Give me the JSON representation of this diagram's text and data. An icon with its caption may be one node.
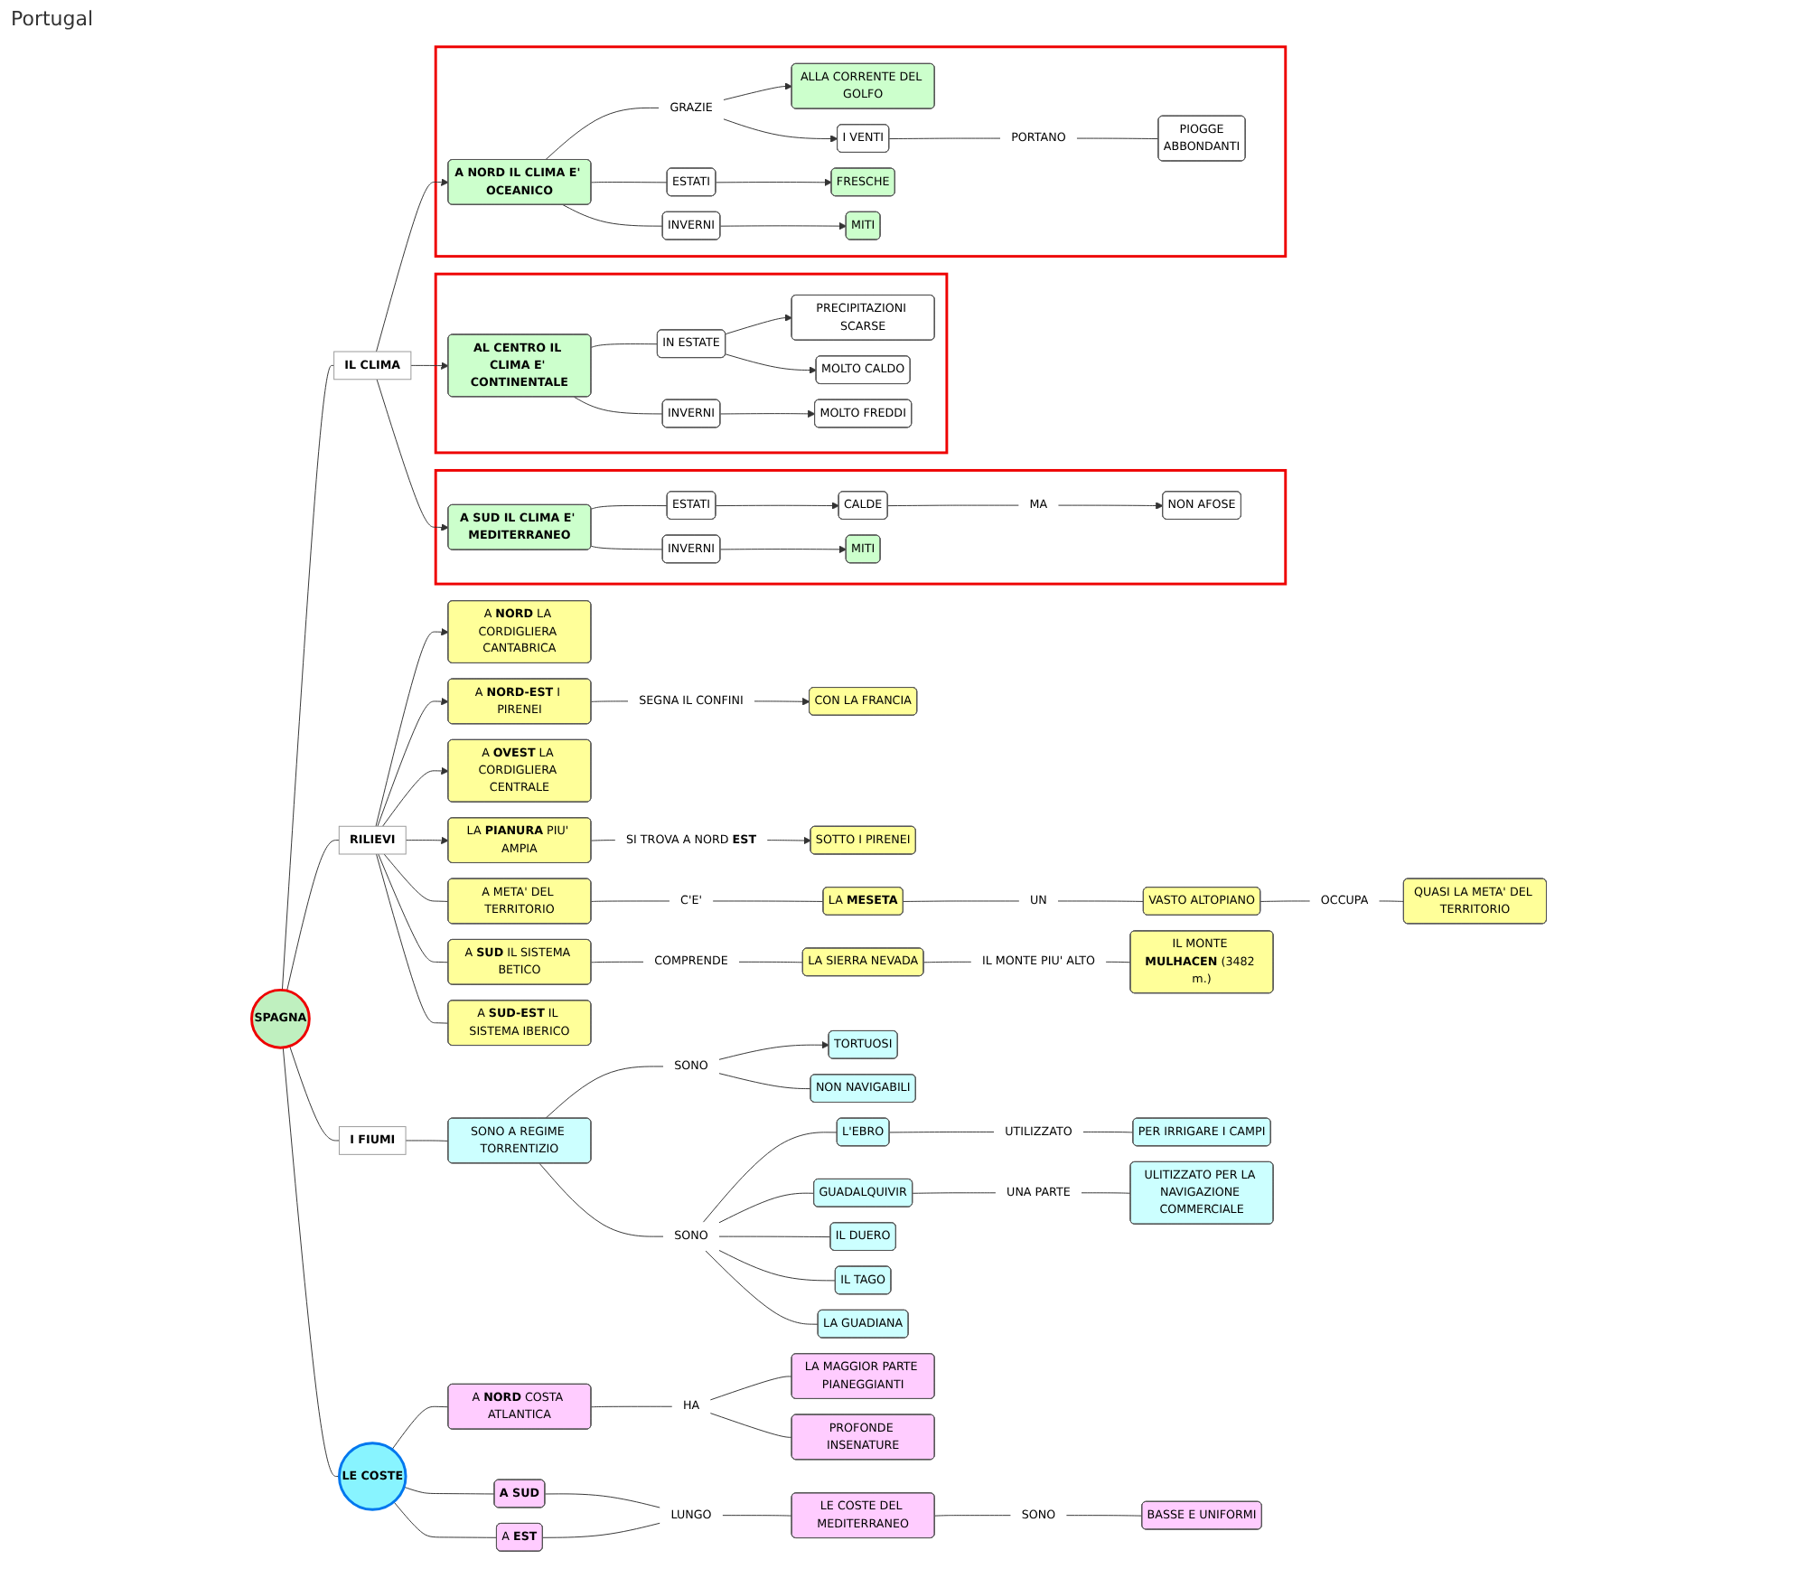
{
  "diagram": {
    "nodes": [
      {
        "text": [],
        "shape": "box"
      },
      {
        "text": [
          "PIOGGE",
          "ABBONDANTI"
        ],
        "in": 0
      },
      {
        "text": [
          "PORTANO"
        ],
        "in": 0
      },
      {
        "text": [
          "ALLA CORRENTE DEL GOLFO"
        ],
        "in": 0
      },
      {
        "text": [
          "I VENTI"
        ],
        "in": 0
      },
      {
        "text": [
          "FRESCHE"
        ],
        "in": 0
      },
      {
        "text": [
          "MITI"
        ],
        "in": 0
      },
      {
        "text": [
          "ESTATI"
        ],
        "in": 0
      },
      {
        "text": [
          "INVERNI"
        ],
        "in": 0
      },
      {
        "text": [
          "GRAZIE"
        ],
        "in": 0
      },
      {
        "text": [
          "A NORD IL CLIMA E' OCEANICO"
        ],
        "in": 0
      },
      {
        "text": [],
        "shape": "box"
      },
      {
        "text": [
          "PRECIPITAZIONI SCARSE"
        ],
        "in": 11
      },
      {
        "text": [
          "MOLTO CALDO"
        ],
        "in": 11
      },
      {
        "text": [
          "MOLTO FREDDI"
        ],
        "in": 11
      },
      {
        "text": [
          "IN ESTATE"
        ],
        "in": 11
      },
      {
        "text": [
          "INVERNI"
        ],
        "in": 11
      },
      {
        "text": [
          "AL CENTRO IL CLIMA E' CONTINENTALE"
        ],
        "in": 11
      },
      {
        "text": [],
        "shape": "box"
      },
      {
        "text": [
          "NON AFOSE"
        ],
        "in": 18
      },
      {
        "text": [
          "MA"
        ],
        "in": 18
      },
      {
        "text": [
          "CALDE"
        ],
        "in": 18
      },
      {
        "text": [
          "MITI"
        ],
        "in": 18
      },
      {
        "text": [
          "ESTATI"
        ],
        "in": 18
      },
      {
        "text": [
          "INVERNI"
        ],
        "in": 18
      },
      {
        "text": [
          "A SUD IL CLIMA E' MEDITERRANEO"
        ],
        "in": 18
      },
      {
        "text": [
          "IL CLIMA"
        ]
      },
      {
        "text": [
          "SPAGNA"
        ]
      },
      {
        "text": [
          "CON LA FRANCIA"
        ]
      },
      {
        "text": [
          "SOTTO I PIRENEI"
        ]
      },
      {
        "text": [
          "SEGNA IL CONFINI"
        ]
      },
      {
        "text": [
          "A **NORD** LA CORDIGLIERA CANTABRICA"
        ]
      },
      {
        "text": [
          "A **NORD-EST** I PIRENEI"
        ]
      },
      {
        "text": [
          "SI TROVA A NORD **EST**"
        ]
      },
      {
        "text": [
          "A **OVEST** LA CORDIGLIERA CENTRALE"
        ]
      },
      {
        "text": [
          "RILIEVI"
        ]
      },
      {
        "text": [
          "LA **PIANURA** PIU' AMPIA"
        ]
      },
      {
        "text": [
          "A META' DEL TERRITORIO"
        ]
      },
      {
        "text": [
          "A **SUD** IL SISTEMA BETICO"
        ]
      },
      {
        "text": [
          "A **SUD-EST** IL SISTEMA IBERICO"
        ]
      },
      {
        "text": [
          "C'E'"
        ]
      },
      {
        "text": [
          "COMPRENDE"
        ]
      },
      {
        "text": [
          "LA **MESETA**"
        ]
      },
      {
        "text": [
          "LA SIERRA NEVADA"
        ]
      },
      {
        "text": [
          "UN"
        ]
      },
      {
        "text": [
          "IL MONTE PIU' ALTO"
        ]
      },
      {
        "text": [
          "VASTO ALTOPIANO"
        ]
      },
      {
        "text": [
          "IL MONTE **MULHACEN** (3482 m.)"
        ]
      },
      {
        "text": [
          "OCCUPA"
        ]
      },
      {
        "text": [
          "QUASI LA META' DEL TERRITORIO"
        ]
      },
      {
        "text": [
          "I FIUMI"
        ]
      },
      {
        "text": [
          "TORTUOSI"
        ]
      },
      {
        "text": [
          "SONO"
        ]
      },
      {
        "text": [
          "SONO A REGIME TORRENTIZIO"
        ]
      },
      {
        "text": [
          "NON NAVIGABILI"
        ]
      },
      {
        "text": [
          "SONO"
        ]
      },
      {
        "text": [
          "L'EBRO"
        ]
      },
      {
        "text": [
          "GUADALQUIVIR"
        ]
      },
      {
        "text": [
          "IL DUERO"
        ]
      },
      {
        "text": [
          "IL TAGO"
        ]
      },
      {
        "text": [
          "LA GUADIANA"
        ]
      },
      {
        "text": [
          "UTILIZZATO"
        ]
      },
      {
        "text": [
          "UNA PARTE"
        ]
      },
      {
        "text": [
          "PER IRRIGARE I CAMPI"
        ]
      },
      {
        "text": [
          "ULITIZZATO PER LA NAVIGAZIONE COMMERCIALE"
        ]
      },
      {
        "text": [
          "LE COSTE"
        ]
      },
      {
        "text": [
          "A **NORD** COSTA ATLANTICA"
        ]
      },
      {
        "text": [
          "A SUD"
        ]
      },
      {
        "text": [
          "A **EST**"
        ]
      },
      {
        "text": [
          "HA"
        ]
      },
      {
        "text": [
          "LUNGO"
        ]
      },
      {
        "text": [
          "LA MAGGIOR PARTE PIANEGGIANTI"
        ]
      },
      {
        "text": [
          "PROFONDE INSENATURE"
        ]
      },
      {
        "text": [
          "LE COSTE DEL MEDITERRANEO"
        ]
      },
      {
        "text": [
          "SONO"
        ]
      },
      {
        "text": [
          "BASSE E UNIFORMI"
        ]
      }
    ],
    "edges": [
      {
        "from": 10,
        "to": 9,
        "arrow": "none"
      },
      {
        "from": 9,
        "to": 3,
        "arrow": "to"
      },
      {
        "from": 9,
        "to": 4,
        "arrow": "to"
      },
      {
        "from": 4,
        "to": 2,
        "arrow": "none"
      },
      {
        "from": 2,
        "to": 1,
        "arrow": "none"
      },
      {
        "from": 10,
        "to": 7,
        "arrow": "none"
      },
      {
        "from": 10,
        "to": 8,
        "arrow": "none"
      },
      {
        "from": 7,
        "to": 5,
        "arrow": "to"
      },
      {
        "from": 8,
        "to": 6,
        "arrow": "to"
      },
      {
        "from": 17,
        "to": 15,
        "arrow": "none"
      },
      {
        "from": 17,
        "to": 16,
        "arrow": "none"
      },
      {
        "from": 15,
        "to": 12,
        "arrow": "to"
      },
      {
        "from": 15,
        "to": 13,
        "arrow": "to"
      },
      {
        "from": 16,
        "to": 14,
        "arrow": "to"
      },
      {
        "from": 25,
        "to": 23,
        "arrow": "none"
      },
      {
        "from": 25,
        "to": 24,
        "arrow": "none"
      },
      {
        "from": 23,
        "to": 21,
        "arrow": "to"
      },
      {
        "from": 21,
        "to": 20,
        "arrow": "none"
      },
      {
        "from": 20,
        "to": 19,
        "arrow": "to"
      },
      {
        "from": 24,
        "to": 22,
        "arrow": "to"
      },
      {
        "from": 26,
        "to": 10,
        "arrow": "to"
      },
      {
        "from": 26,
        "to": 17,
        "arrow": "to"
      },
      {
        "from": 26,
        "to": 25,
        "arrow": "to"
      },
      {
        "from": 27,
        "to": 26,
        "arrow": "none"
      },
      {
        "from": 27,
        "to": 35,
        "arrow": "none"
      },
      {
        "from": 35,
        "to": 31,
        "arrow": "to"
      },
      {
        "from": 35,
        "to": 32,
        "arrow": "to"
      },
      {
        "from": 35,
        "to": 34,
        "arrow": "to"
      },
      {
        "from": 35,
        "to": 36,
        "arrow": "to"
      },
      {
        "from": 35,
        "to": 37,
        "arrow": "none"
      },
      {
        "from": 35,
        "to": 38,
        "arrow": "none"
      },
      {
        "from": 35,
        "to": 39,
        "arrow": "none"
      },
      {
        "from": 32,
        "to": 30,
        "arrow": "none"
      },
      {
        "from": 30,
        "to": 28,
        "arrow": "to"
      },
      {
        "from": 36,
        "to": 33,
        "arrow": "none"
      },
      {
        "from": 33,
        "to": 29,
        "arrow": "to"
      },
      {
        "from": 37,
        "to": 40,
        "arrow": "none"
      },
      {
        "from": 40,
        "to": 42,
        "arrow": "none"
      },
      {
        "from": 42,
        "to": 44,
        "arrow": "none"
      },
      {
        "from": 44,
        "to": 46,
        "arrow": "none"
      },
      {
        "from": 46,
        "to": 48,
        "arrow": "none"
      },
      {
        "from": 48,
        "to": 49,
        "arrow": "none"
      },
      {
        "from": 38,
        "to": 41,
        "arrow": "none"
      },
      {
        "from": 41,
        "to": 43,
        "arrow": "none"
      },
      {
        "from": 43,
        "to": 45,
        "arrow": "none"
      },
      {
        "from": 45,
        "to": 47,
        "arrow": "none"
      },
      {
        "from": 27,
        "to": 50,
        "arrow": "none"
      },
      {
        "from": 50,
        "to": 53,
        "arrow": "none"
      },
      {
        "from": 53,
        "to": 52,
        "arrow": "none"
      },
      {
        "from": 52,
        "to": 51,
        "arrow": "to"
      },
      {
        "from": 52,
        "to": 54,
        "arrow": "none"
      },
      {
        "from": 53,
        "to": 55,
        "arrow": "none"
      },
      {
        "from": 55,
        "to": 56,
        "arrow": "none"
      },
      {
        "from": 55,
        "to": 57,
        "arrow": "none"
      },
      {
        "from": 55,
        "to": 58,
        "arrow": "none"
      },
      {
        "from": 55,
        "to": 59,
        "arrow": "none"
      },
      {
        "from": 55,
        "to": 60,
        "arrow": "none"
      },
      {
        "from": 56,
        "to": 61,
        "arrow": "none"
      },
      {
        "from": 61,
        "to": 63,
        "arrow": "none"
      },
      {
        "from": 57,
        "to": 62,
        "arrow": "none"
      },
      {
        "from": 62,
        "to": 64,
        "arrow": "none"
      },
      {
        "from": 27,
        "to": 65,
        "arrow": "none"
      },
      {
        "from": 65,
        "to": 66,
        "arrow": "none"
      },
      {
        "from": 65,
        "to": 67,
        "arrow": "none"
      },
      {
        "from": 65,
        "to": 68,
        "arrow": "none"
      },
      {
        "from": 66,
        "to": 69,
        "arrow": "none"
      },
      {
        "from": 69,
        "to": 71,
        "arrow": "none"
      },
      {
        "from": 69,
        "to": 72,
        "arrow": "none"
      },
      {
        "from": 67,
        "to": 70,
        "arrow": "none"
      },
      {
        "from": 68,
        "to": 70,
        "arrow": "none"
      },
      {
        "from": 70,
        "to": 73,
        "arrow": "none"
      },
      {
        "from": 73,
        "to": 74,
        "arrow": "none"
      },
      {
        "from": 74,
        "to": 75,
        "arrow": "none"
      }
    ],
    "labels": [
      "Portugal"
    ]
  }
}
